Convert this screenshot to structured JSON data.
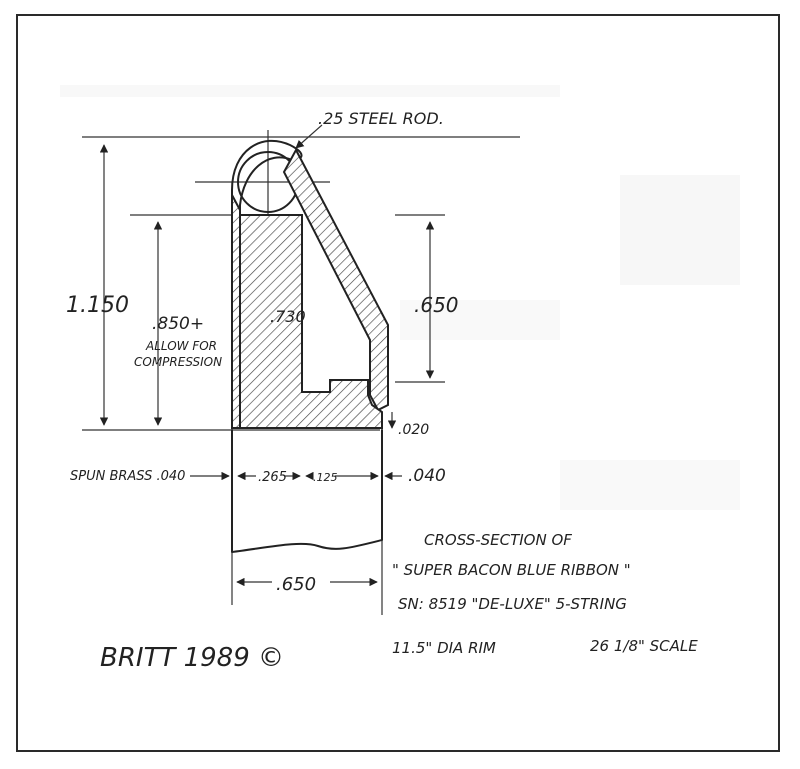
{
  "labels": {
    "steel_rod": ".25 STEEL ROD.",
    "overall_height": "1.150",
    "inner_height": ".850+",
    "allow_note_1": "ALLOW FOR",
    "allow_note_2": "COMPRESSION",
    "rim_height": ".730",
    "right_height": ".650",
    "gap": ".020",
    "spun_brass": "SPUN BRASS .040",
    "dim_265": ".265",
    "dim_125": ".125",
    "dim_040": ".040",
    "width_650": ".650"
  },
  "caption": {
    "line1": "CROSS-SECTION OF",
    "line2": "\" SUPER BACON BLUE RIBBON \"",
    "line3": "SN: 8519  \"DE-LUXE\" 5-STRING",
    "rim": "11.5\" DIA RIM",
    "scale": "26 1/8\" SCALE"
  },
  "signature": "BRITT 1989 ©",
  "colors": {
    "ink": "#222222",
    "frame": "#2a2a2a",
    "background": "#ffffff"
  }
}
